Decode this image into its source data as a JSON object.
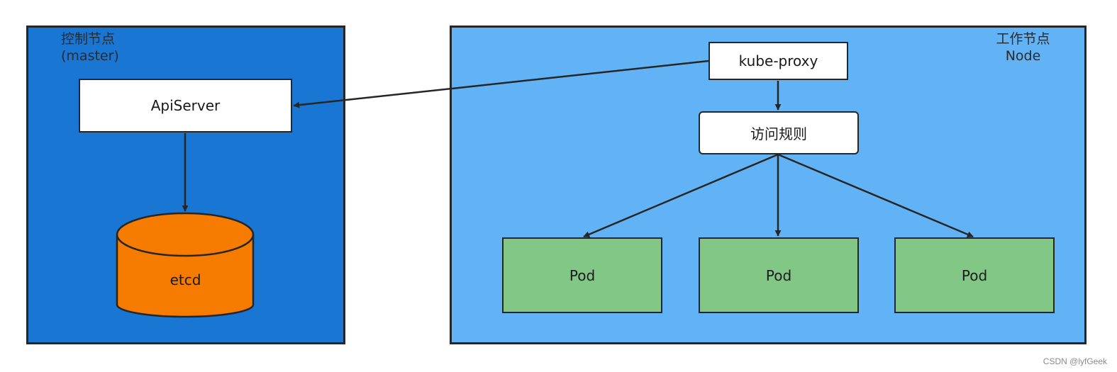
{
  "master": {
    "title_line1": "控制节点",
    "title_line2": "(master)"
  },
  "node": {
    "title_line1": "工作节点",
    "title_line2": "Node"
  },
  "apiserver": {
    "label": "ApiServer"
  },
  "etcd": {
    "label": "etcd"
  },
  "kube_proxy": {
    "label": "kube-proxy"
  },
  "rules": {
    "label": "访问规则"
  },
  "pods": [
    {
      "label": "Pod"
    },
    {
      "label": "Pod"
    },
    {
      "label": "Pod"
    }
  ],
  "watermark": "CSDN @lyfGeek",
  "colors": {
    "master_bg": "#1976d2",
    "node_bg": "#62b3f5",
    "etcd_fill": "#f57c00",
    "pod_fill": "#82c785",
    "stroke": "#262626"
  }
}
